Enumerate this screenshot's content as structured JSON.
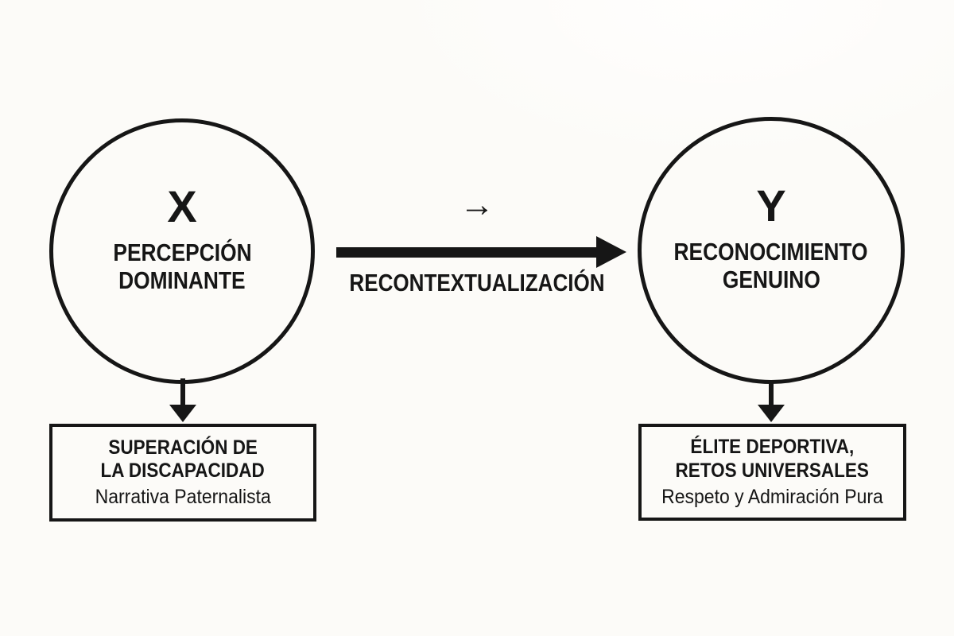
{
  "colors": {
    "ink": "#161616",
    "background": "#fcfbf8"
  },
  "diagram": {
    "left_node": {
      "variable": "X",
      "title_line1": "PERCEPCIÓN",
      "title_line2": "DOMINANTE",
      "box": {
        "bold_line1": "SUPERACIÓN DE",
        "bold_line2": "LA DISCAPACIDAD",
        "subtitle": "Narrativa Paternalista"
      }
    },
    "right_node": {
      "variable": "Y",
      "title_line1": "RECONOCIMIENTO",
      "title_line2": "GENUINO",
      "box": {
        "bold_line1": "ÉLITE DEPORTIVA,",
        "bold_line2": "RETOS UNIVERSALES",
        "subtitle": "Respeto y Admiración Pura"
      }
    },
    "transition": {
      "arrow_glyph": "→",
      "label": "RECONTEXTUALIZACIÓN"
    }
  }
}
